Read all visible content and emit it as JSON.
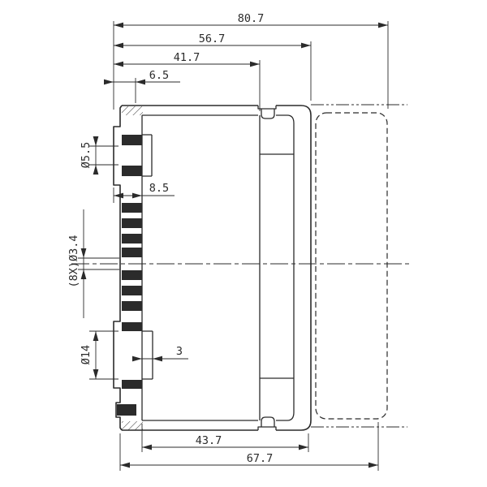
{
  "background": "#ffffff",
  "line_color": "#2b2b2b",
  "dimensions": {
    "top": [
      {
        "label": "80.7"
      },
      {
        "label": "56.7"
      },
      {
        "label": "41.7"
      },
      {
        "label": "6.5"
      }
    ],
    "left": [
      {
        "label": "Ø5.5"
      },
      {
        "label": "8.5"
      },
      {
        "label": "(8X)Ø3.4"
      },
      {
        "label": "Ø14"
      },
      {
        "label": "3"
      }
    ],
    "bottom": [
      {
        "label": "43.7"
      },
      {
        "label": "67.7"
      }
    ]
  }
}
